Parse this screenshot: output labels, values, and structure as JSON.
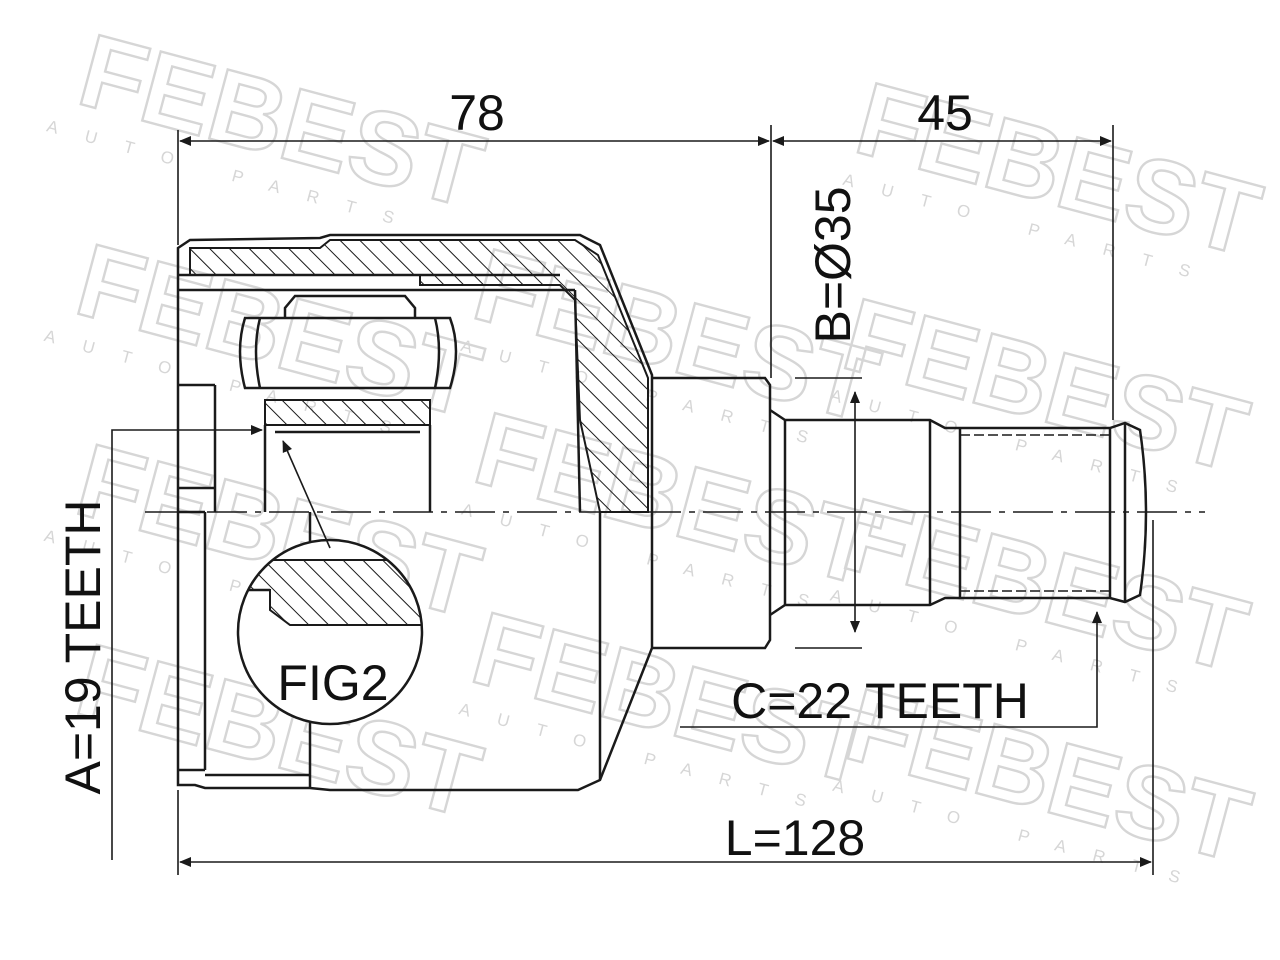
{
  "dimensions": {
    "top_left": "78",
    "top_right": "45",
    "shaft_diameter": "B=Ø35",
    "outer_teeth": "C=22 TEETH",
    "inner_teeth": "A=19 TEETH",
    "total_length": "L=128"
  },
  "detail_label": "FIG2",
  "watermark": {
    "brand": "FEBEST",
    "tagline": "AUTO PARTS"
  },
  "colors": {
    "line": "#1a1a1a",
    "watermark": "#d6d6d6"
  }
}
